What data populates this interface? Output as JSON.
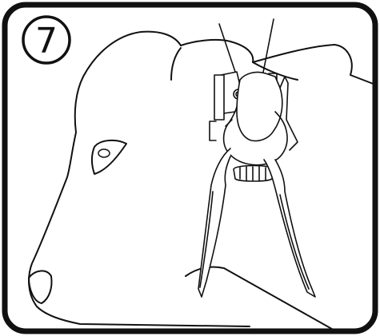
{
  "step": {
    "number": "7"
  },
  "colors": {
    "ink": "#111111",
    "paper": "#ffffff"
  },
  "icons": {
    "step_badge": "circled-digit-icon",
    "subject": "animal-head",
    "tool": "ear-tag-applicator-pliers"
  }
}
